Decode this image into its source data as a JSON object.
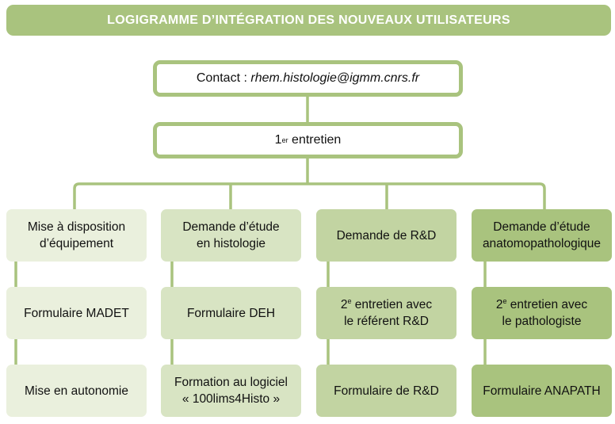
{
  "title": "LOGIGRAMME D’INTÉGRATION DES NOUVEAUX UTILISATEURS",
  "contact": {
    "label": "Contact : ",
    "email": "rhem.histologie@igmm.cnrs.fr"
  },
  "entretien1": {
    "num": "1",
    "sup": "er",
    "text": " entretien"
  },
  "colors": {
    "banner": "#a9c37e",
    "col1": "#eaf0dd",
    "col2": "#d8e4c3",
    "col3": "#c2d4a2",
    "col4": "#a9c37e"
  },
  "columns": [
    {
      "row1": "Mise à disposition\nd’équipement",
      "row2": "Formulaire MADET",
      "row3": "Mise en autonomie"
    },
    {
      "row1": "Demande d’étude\nen histologie",
      "row2": "Formulaire DEH",
      "row3": "Formation au logiciel\n« 100lims4Histo »"
    },
    {
      "row1": "Demande de R&D",
      "row2": {
        "num": "2",
        "sup": "e",
        "text": " entretien avec\nle référent R&D"
      },
      "row3": "Formulaire de R&D"
    },
    {
      "row1": "Demande d’étude\nanatomopathologique",
      "row2": {
        "num": "2",
        "sup": "e",
        "text": " entretien avec\nle pathologiste"
      },
      "row3": "Formulaire ANAPATH"
    }
  ]
}
